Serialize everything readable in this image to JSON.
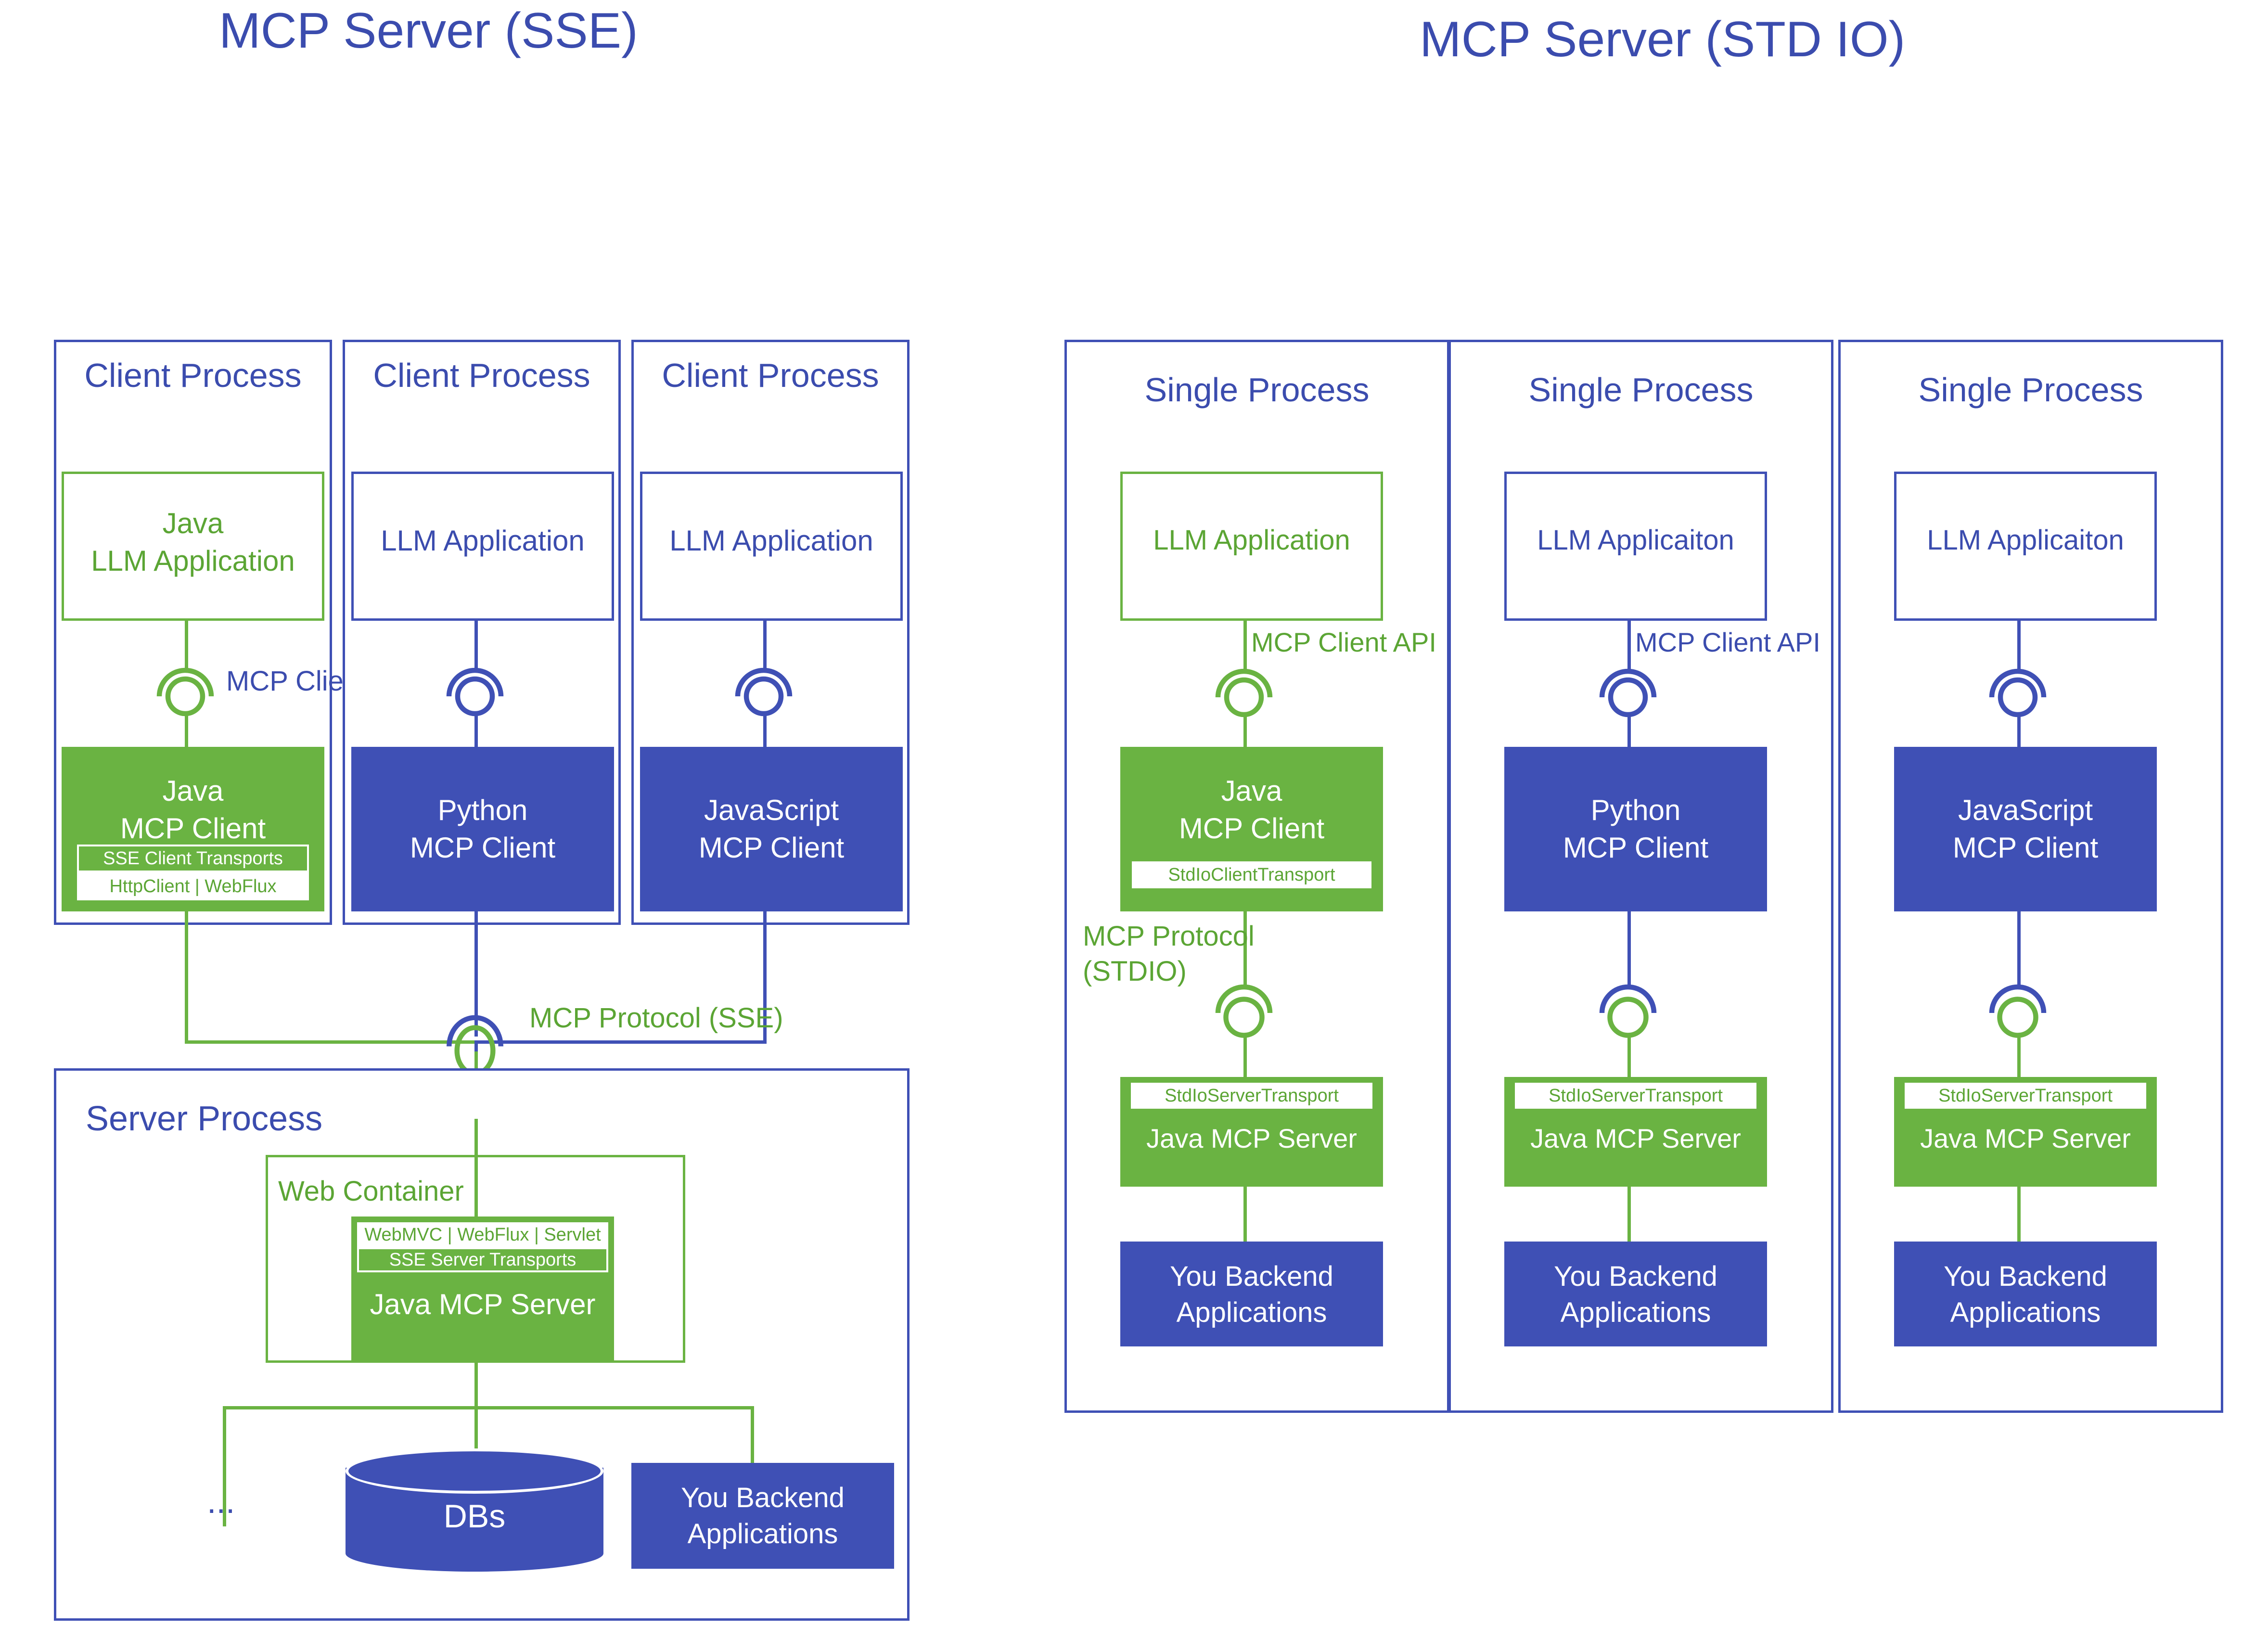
{
  "colors": {
    "blue": "#3F50B5",
    "blue_text": "#3B4CAE",
    "green": "#6AB342",
    "green_text": "#5BA534",
    "white": "#FFFFFF",
    "background": "#FFFFFF"
  },
  "titles": {
    "left": "MCP Server (SSE)",
    "right": "MCP Server (STD IO)"
  },
  "sse": {
    "client_processes": [
      {
        "heading": "Client Process",
        "app_label": "Java\nLLM Application",
        "app_style": "green-outline",
        "connector_label": "MCP Client API",
        "client_label": "Java\nMCP Client",
        "client_style": "green-fill",
        "transport_title": "SSE Client Transports",
        "transport_detail": "HttpClient | WebFlux"
      },
      {
        "heading": "Client Process",
        "app_label": "LLM Application",
        "app_style": "blue-outline",
        "connector_label": "",
        "client_label": "Python\nMCP Client",
        "client_style": "blue-fill",
        "transport_title": "",
        "transport_detail": ""
      },
      {
        "heading": "Client Process",
        "app_label": "LLM Application",
        "app_style": "blue-outline",
        "connector_label": "",
        "client_label": "JavaScript\nMCP Client",
        "client_style": "blue-fill",
        "transport_title": "",
        "transport_detail": ""
      }
    ],
    "protocol_label": "MCP Protocol (SSE)",
    "server_process": {
      "heading": "Server Process",
      "web_container_label": "Web Container",
      "transport_title": "WebMVC | WebFlux | Servlet",
      "transport_sub": "SSE Server Transports",
      "server_label": "Java MCP Server"
    },
    "db_label": "DBs",
    "backend_label": "You Backend\nApplications",
    "ellipsis": "..."
  },
  "stdio": {
    "columns": [
      {
        "heading": "Single Process",
        "app_label": "LLM Application",
        "app_style": "green-outline",
        "client_api_label": "MCP Client API",
        "client_api_color": "green",
        "client_label": "Java\nMCP Client",
        "client_style": "green-fill",
        "client_transport": "StdIoClientTransport",
        "client_transport_style": "white-fill",
        "protocol_label": "MCP Protocol\n(STDIO)",
        "socket_top_color": "green",
        "socket_bottom_color": "green",
        "server_transport": "StdIoServerTransport",
        "server_transport_style": "white-outline",
        "server_label": "Java MCP Server",
        "backend_label": "You Backend\nApplications"
      },
      {
        "heading": "Single Process",
        "app_label": "LLM Applicaiton",
        "app_style": "blue-outline",
        "client_api_label": "MCP Client API",
        "client_api_color": "blue",
        "client_label": "Python\nMCP Client",
        "client_style": "blue-fill",
        "client_transport": "",
        "client_transport_style": "none",
        "protocol_label": "",
        "socket_top_color": "blue",
        "socket_bottom_color": "green",
        "server_transport": "StdIoServerTransport",
        "server_transport_style": "white-fill",
        "server_label": "Java MCP Server",
        "backend_label": "You Backend\nApplications"
      },
      {
        "heading": "Single Process",
        "app_label": "LLM Applicaiton",
        "app_style": "blue-outline",
        "client_api_label": "",
        "client_api_color": "blue",
        "client_label": "JavaScript\nMCP Client",
        "client_style": "blue-fill",
        "client_transport": "",
        "client_transport_style": "none",
        "protocol_label": "",
        "socket_top_color": "blue",
        "socket_bottom_color": "green",
        "server_transport": "StdIoServerTransport",
        "server_transport_style": "white-fill",
        "server_label": "Java MCP Server",
        "backend_label": "You Backend\nApplications"
      }
    ]
  },
  "icons": {
    "socket": "socket-connector-icon",
    "database": "database-cylinder-icon"
  }
}
